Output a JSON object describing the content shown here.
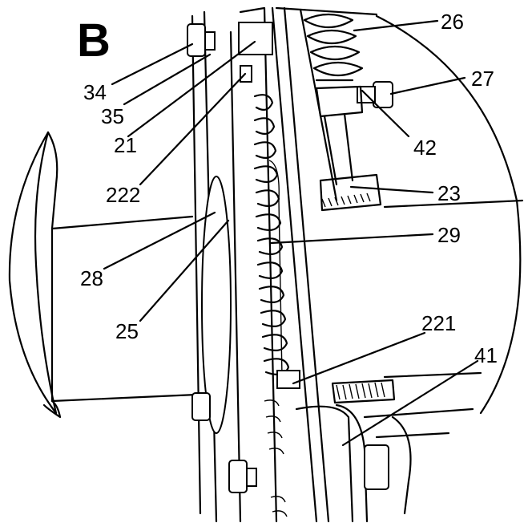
{
  "figure": {
    "letter": "B"
  },
  "labels": {
    "l26": "26",
    "l27": "27",
    "l42": "42",
    "l23": "23",
    "l29": "29",
    "l221": "221",
    "l41": "41",
    "l34": "34",
    "l35": "35",
    "l21": "21",
    "l222": "222",
    "l28": "28",
    "l25": "25"
  }
}
